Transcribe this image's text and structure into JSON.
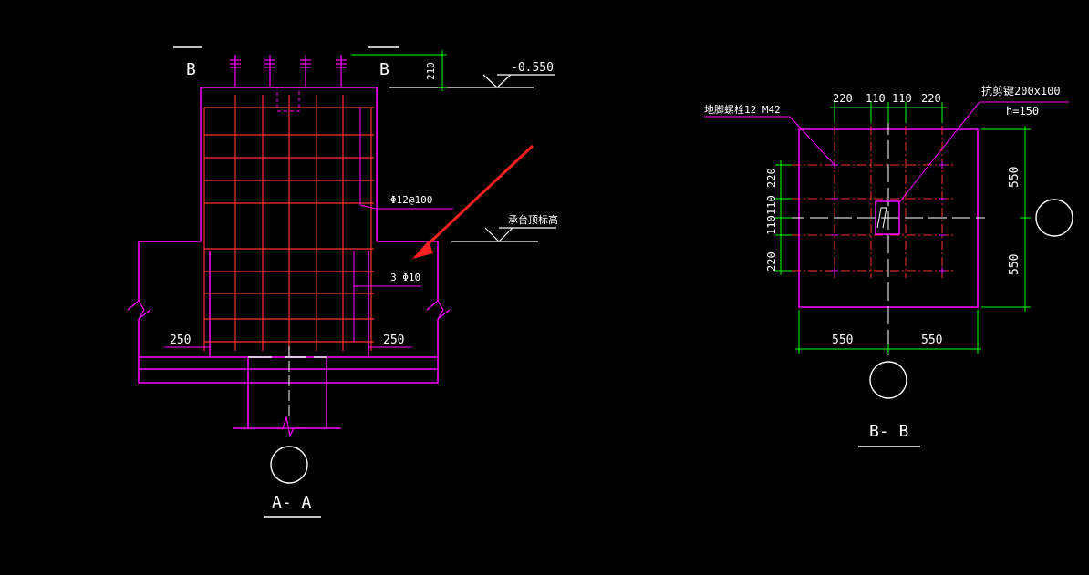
{
  "section_aa": {
    "title": "A- A",
    "cut_mark_left": "B",
    "cut_mark_right": "B",
    "dim_210": "210",
    "elev_top": "-0.550",
    "elev_cap": "承台顶标高",
    "rebar_label_1": "Φ12@100",
    "rebar_label_2": "3 Φ10",
    "dim_left_250": "250",
    "dim_right_250": "250"
  },
  "section_bb": {
    "title": "B- B",
    "anchor_bolt_label": "地脚螺栓12 M42",
    "shear_key_label": "抗剪键200x100",
    "shear_key_h": "h=150",
    "top_dims": [
      "220",
      "110",
      "110",
      "220"
    ],
    "left_dims": [
      "220",
      "110",
      "110",
      "220"
    ],
    "right_dims": [
      "550",
      "550"
    ],
    "bottom_dims": [
      "550",
      "550"
    ]
  },
  "colors": {
    "outline": "#ff00ff",
    "rebar": "#ff3030",
    "dimension": "#00ff00",
    "text": "#ffffff",
    "arrow": "#ff2020"
  }
}
